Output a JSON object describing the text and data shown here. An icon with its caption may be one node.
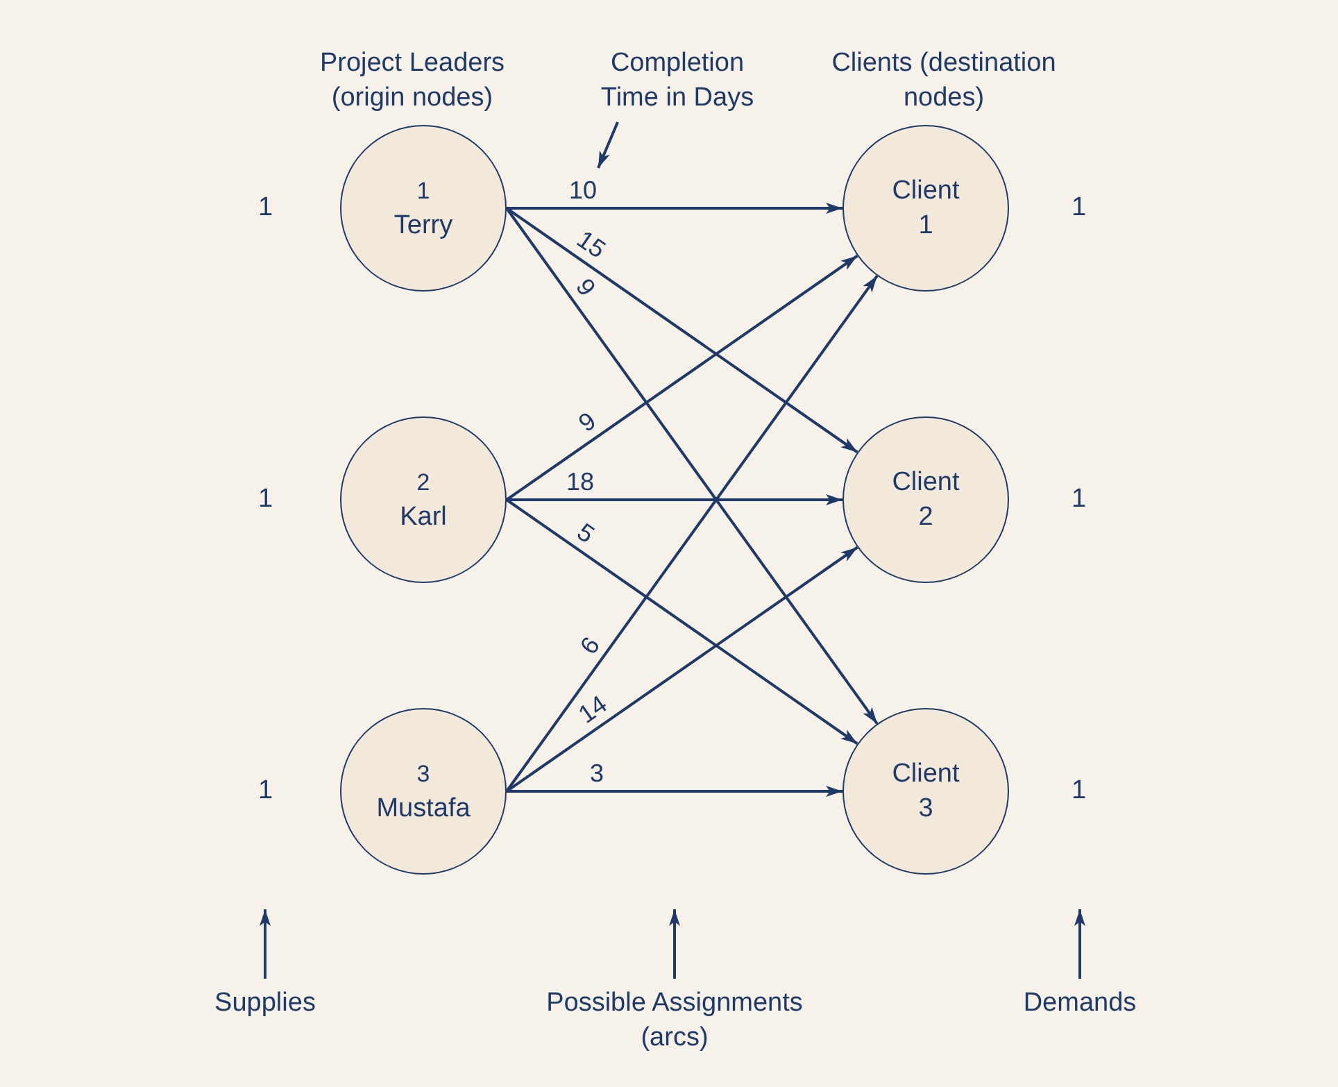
{
  "diagram": {
    "nodes": [
      {
        "text": [
          "1",
          "Terry"
        ],
        "beside": [
          "1"
        ]
      },
      {
        "text": [
          "2",
          "Karl"
        ],
        "beside": [
          "1"
        ]
      },
      {
        "text": [
          "3",
          "Mustafa"
        ],
        "beside": [
          "1"
        ]
      },
      {
        "text": [
          "Client 1"
        ],
        "beside": [
          "1"
        ]
      },
      {
        "text": [
          "Client 2"
        ],
        "beside": [
          "1"
        ]
      },
      {
        "text": [
          "Client 3"
        ],
        "beside": [
          "1"
        ]
      }
    ],
    "edges": [
      {
        "from": 0,
        "to": 3,
        "arrow": "to",
        "label": "10"
      },
      {
        "from": 0,
        "to": 4,
        "arrow": "to",
        "label": "15"
      },
      {
        "from": 0,
        "to": 5,
        "arrow": "to",
        "label": "9"
      },
      {
        "from": 1,
        "to": 3,
        "arrow": "to",
        "label": "9"
      },
      {
        "from": 1,
        "to": 4,
        "arrow": "to",
        "label": "18"
      },
      {
        "from": 1,
        "to": 5,
        "arrow": "to",
        "label": "5"
      },
      {
        "from": 2,
        "to": 3,
        "arrow": "to",
        "label": "6"
      },
      {
        "from": 2,
        "to": 4,
        "arrow": "to",
        "label": "14"
      },
      {
        "from": 2,
        "to": 5,
        "arrow": "to",
        "label": "3"
      }
    ],
    "labels": [
      "Project Leaders (origin nodes)",
      "Completion Time in Days",
      "Clients (destination nodes)",
      "Supplies",
      "Possible Assignments (arcs)",
      "Demands"
    ]
  }
}
